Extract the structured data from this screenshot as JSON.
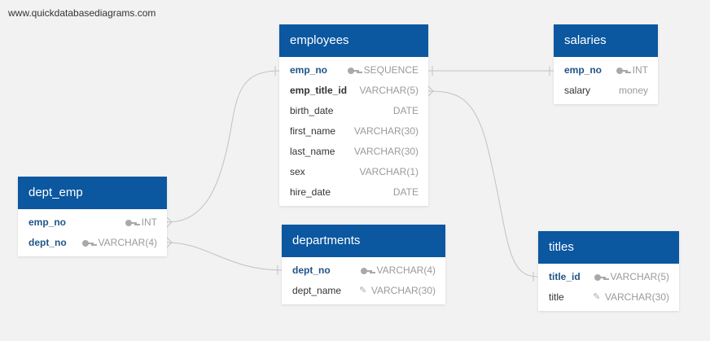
{
  "watermark": "www.quickdatabasediagrams.com",
  "colors": {
    "header": "#0b57a0",
    "pk_text": "#1f5488",
    "type_text": "#9a9a9a",
    "link": "#c2c2c2",
    "background": "#f2f2f2"
  },
  "tables": {
    "employees": {
      "title": "employees",
      "fields": [
        {
          "name": "emp_no",
          "type": "SEQUENCE",
          "pk": true,
          "icon": "key-icon"
        },
        {
          "name": "emp_title_id",
          "type": "VARCHAR(5)",
          "fk": true
        },
        {
          "name": "birth_date",
          "type": "DATE"
        },
        {
          "name": "first_name",
          "type": "VARCHAR(30)"
        },
        {
          "name": "last_name",
          "type": "VARCHAR(30)"
        },
        {
          "name": "sex",
          "type": "VARCHAR(1)"
        },
        {
          "name": "hire_date",
          "type": "DATE"
        }
      ]
    },
    "salaries": {
      "title": "salaries",
      "fields": [
        {
          "name": "emp_no",
          "type": "INT",
          "pk": true,
          "fk": true,
          "icon": "key-icon"
        },
        {
          "name": "salary",
          "type": "money"
        }
      ]
    },
    "dept_emp": {
      "title": "dept_emp",
      "fields": [
        {
          "name": "emp_no",
          "type": "INT",
          "pk": true,
          "fk": true,
          "icon": "key-icon"
        },
        {
          "name": "dept_no",
          "type": "VARCHAR(4)",
          "pk": true,
          "fk": true,
          "icon": "key-icon"
        }
      ]
    },
    "departments": {
      "title": "departments",
      "fields": [
        {
          "name": "dept_no",
          "type": "VARCHAR(4)",
          "pk": true,
          "icon": "key-icon"
        },
        {
          "name": "dept_name",
          "type": "VARCHAR(30)",
          "icon": "wrench-icon"
        }
      ]
    },
    "titles": {
      "title": "titles",
      "fields": [
        {
          "name": "title_id",
          "type": "VARCHAR(5)",
          "pk": true,
          "icon": "key-icon"
        },
        {
          "name": "title",
          "type": "VARCHAR(30)",
          "icon": "wrench-icon"
        }
      ]
    }
  },
  "relationships": [
    {
      "from": "employees.emp_no",
      "to": "salaries.emp_no"
    },
    {
      "from": "employees.emp_no",
      "to": "dept_emp.emp_no"
    },
    {
      "from": "employees.emp_title_id",
      "to": "titles.title_id"
    },
    {
      "from": "dept_emp.dept_no",
      "to": "departments.dept_no"
    }
  ]
}
